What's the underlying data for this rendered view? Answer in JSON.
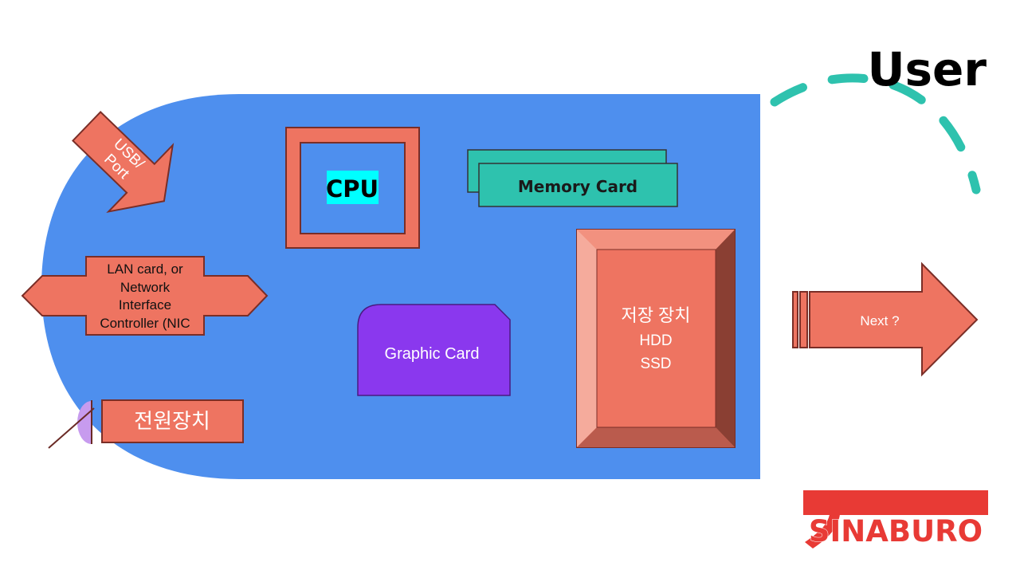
{
  "title": "User",
  "usb": {
    "line1": "USB/",
    "line2": "Port"
  },
  "cpu": "CPU",
  "memory": "Memory Card",
  "lan": {
    "lines": [
      "LAN card, or",
      "Network",
      "Interface",
      "Controller (NIC"
    ]
  },
  "graphic": "Graphic Card",
  "storage": {
    "line1": "저장 장치",
    "line2": "HDD",
    "line3": "SSD"
  },
  "power": "전원장치",
  "next": "Next ?",
  "logo": "SINABURO",
  "colors": {
    "board": "#4E8FEE",
    "salmon": "#EE7461",
    "teal": "#2EC2AE",
    "purple": "#8A38EE",
    "logo_red": "#E83A35"
  }
}
